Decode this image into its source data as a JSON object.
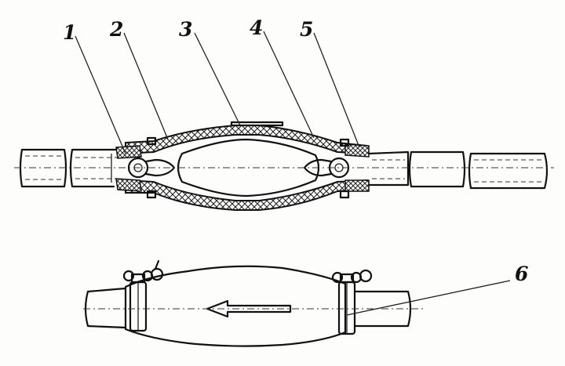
{
  "labels": {
    "l1": "1",
    "l2": "2",
    "l3": "3",
    "l4": "4",
    "l5": "5",
    "l6": "6"
  },
  "colors": {
    "ink": "#111111",
    "paper": "#fdfdfc"
  }
}
